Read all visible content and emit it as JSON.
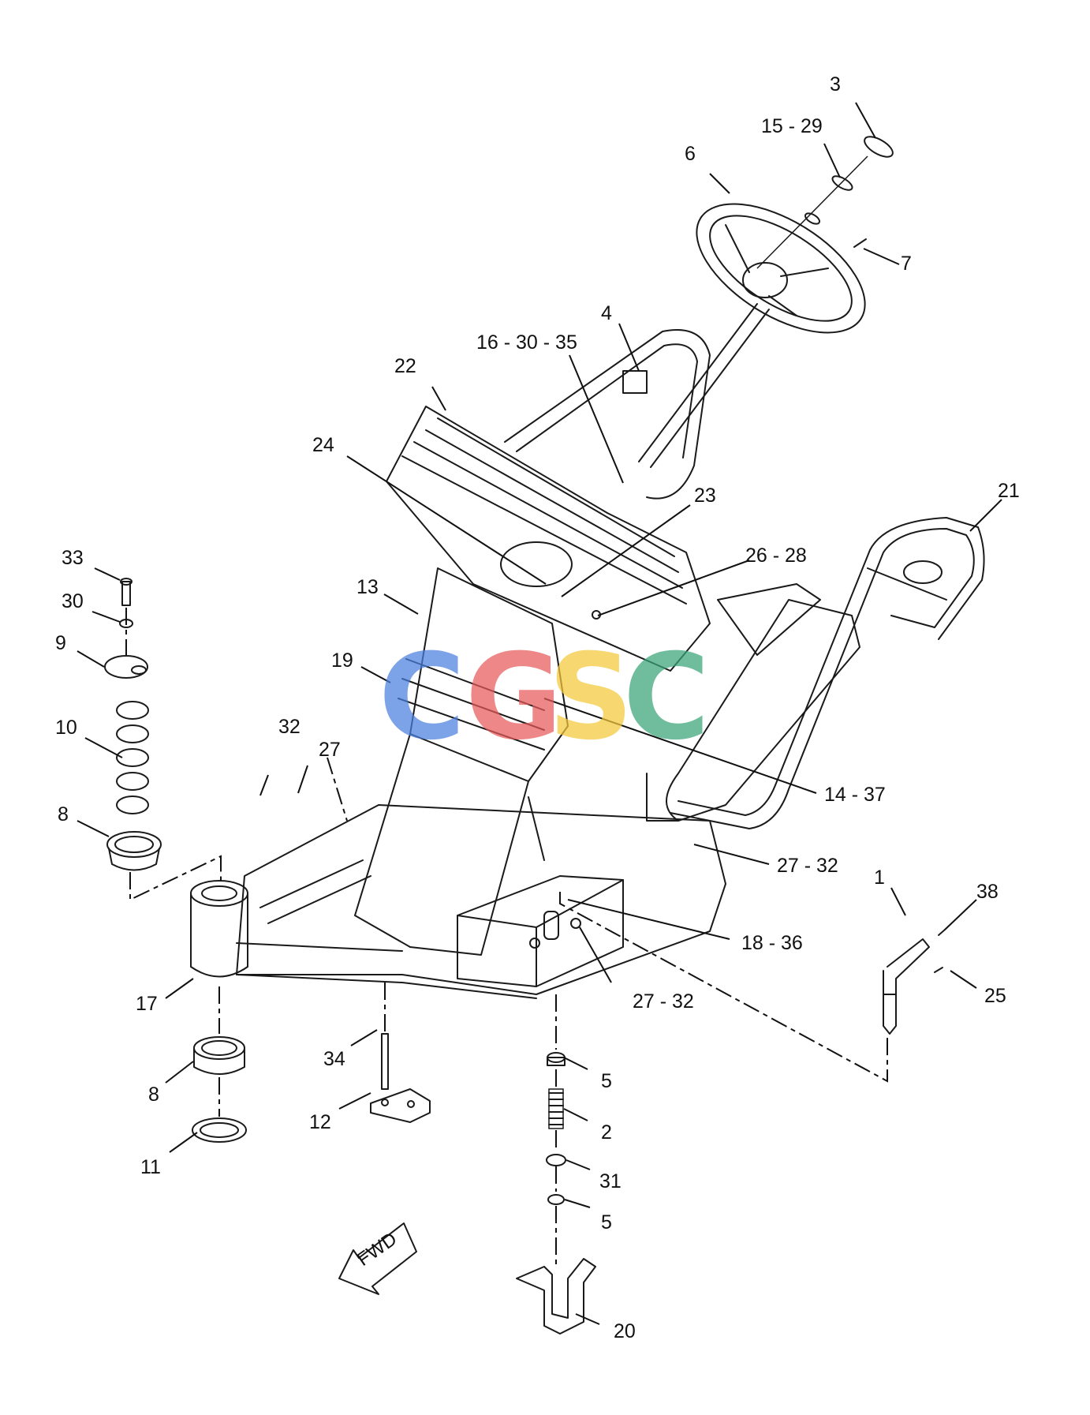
{
  "callouts": [
    {
      "id": "c3",
      "text": "3"
    },
    {
      "id": "c15_29",
      "text": "15 - 29"
    },
    {
      "id": "c6",
      "text": "6"
    },
    {
      "id": "c7",
      "text": "7"
    },
    {
      "id": "c4",
      "text": "4"
    },
    {
      "id": "c16_30_35",
      "text": "16 - 30 - 35"
    },
    {
      "id": "c22",
      "text": "22"
    },
    {
      "id": "c24",
      "text": "24"
    },
    {
      "id": "c23",
      "text": "23"
    },
    {
      "id": "c21",
      "text": "21"
    },
    {
      "id": "c26_28",
      "text": "26 - 28"
    },
    {
      "id": "c33",
      "text": "33"
    },
    {
      "id": "c30",
      "text": "30"
    },
    {
      "id": "c9",
      "text": "9"
    },
    {
      "id": "c13",
      "text": "13"
    },
    {
      "id": "c19",
      "text": "19"
    },
    {
      "id": "c10",
      "text": "10"
    },
    {
      "id": "c32",
      "text": "32"
    },
    {
      "id": "c27",
      "text": "27"
    },
    {
      "id": "c14_37",
      "text": "14 - 37"
    },
    {
      "id": "c8a",
      "text": "8"
    },
    {
      "id": "c27_32a",
      "text": "27 - 32"
    },
    {
      "id": "c1",
      "text": "1"
    },
    {
      "id": "c38",
      "text": "38"
    },
    {
      "id": "c18_36",
      "text": "18 - 36"
    },
    {
      "id": "c17",
      "text": "17"
    },
    {
      "id": "c27_32b",
      "text": "27 - 32"
    },
    {
      "id": "c25",
      "text": "25"
    },
    {
      "id": "c34",
      "text": "34"
    },
    {
      "id": "c5a",
      "text": "5"
    },
    {
      "id": "c8b",
      "text": "8"
    },
    {
      "id": "c12",
      "text": "12"
    },
    {
      "id": "c2",
      "text": "2"
    },
    {
      "id": "c11",
      "text": "11"
    },
    {
      "id": "c31",
      "text": "31"
    },
    {
      "id": "c5b",
      "text": "5"
    },
    {
      "id": "c20",
      "text": "20"
    }
  ],
  "direction_arrow": {
    "text": "FWD"
  },
  "watermark": {
    "letters": [
      {
        "char": "C",
        "color": "#4a7fe0"
      },
      {
        "char": "G",
        "color": "#e8595a"
      },
      {
        "char": "S",
        "color": "#f5c83a"
      },
      {
        "char": "C",
        "color": "#3aa57a"
      }
    ]
  }
}
